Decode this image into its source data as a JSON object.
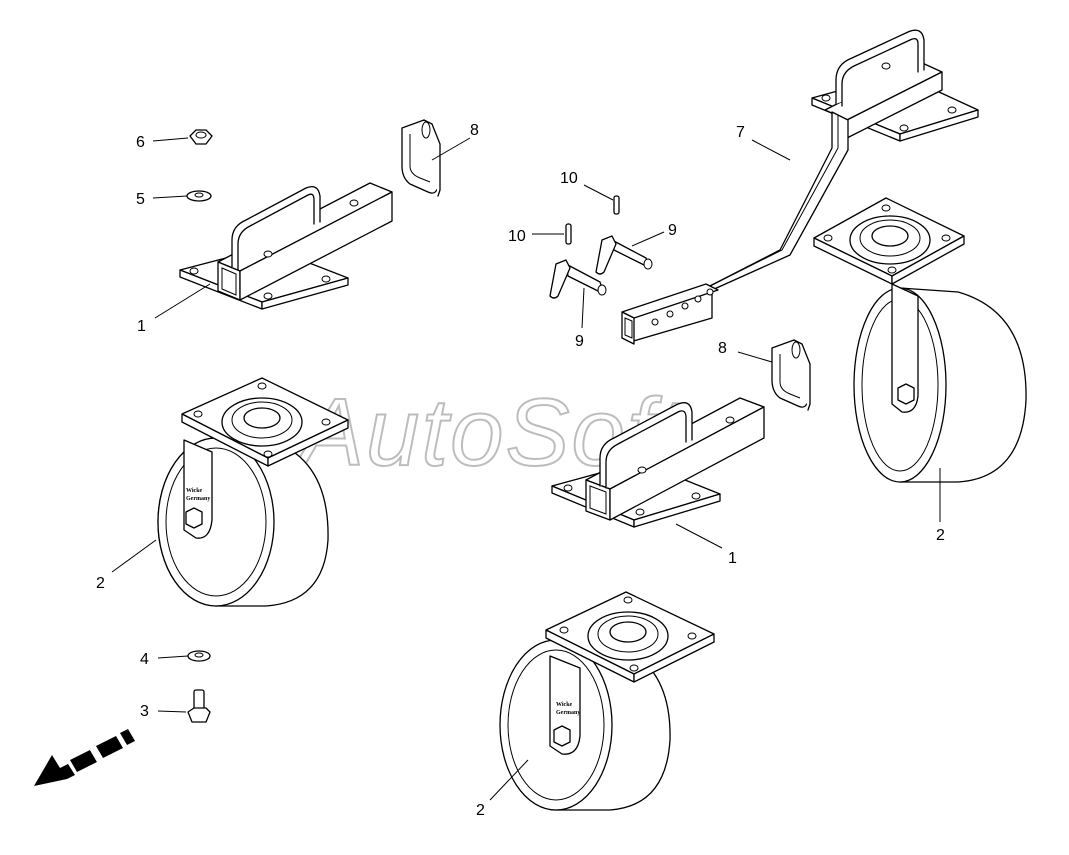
{
  "watermark": "AutoSoft",
  "callouts": {
    "c1a": "1",
    "c1b": "1",
    "c2a": "2",
    "c2b": "2",
    "c2c": "2",
    "c3": "3",
    "c4": "4",
    "c5": "5",
    "c6": "6",
    "c7": "7",
    "c8a": "8",
    "c8b": "8",
    "c9a": "9",
    "c9b": "9",
    "c10a": "10",
    "c10b": "10"
  },
  "wheel_marking": {
    "line1": "Wicke",
    "line2": "Germany"
  },
  "colors": {
    "line": "#000000",
    "background": "#ffffff",
    "watermark": "#bdbdbd"
  },
  "icons": {
    "direction": "forward-arrow-icon"
  }
}
